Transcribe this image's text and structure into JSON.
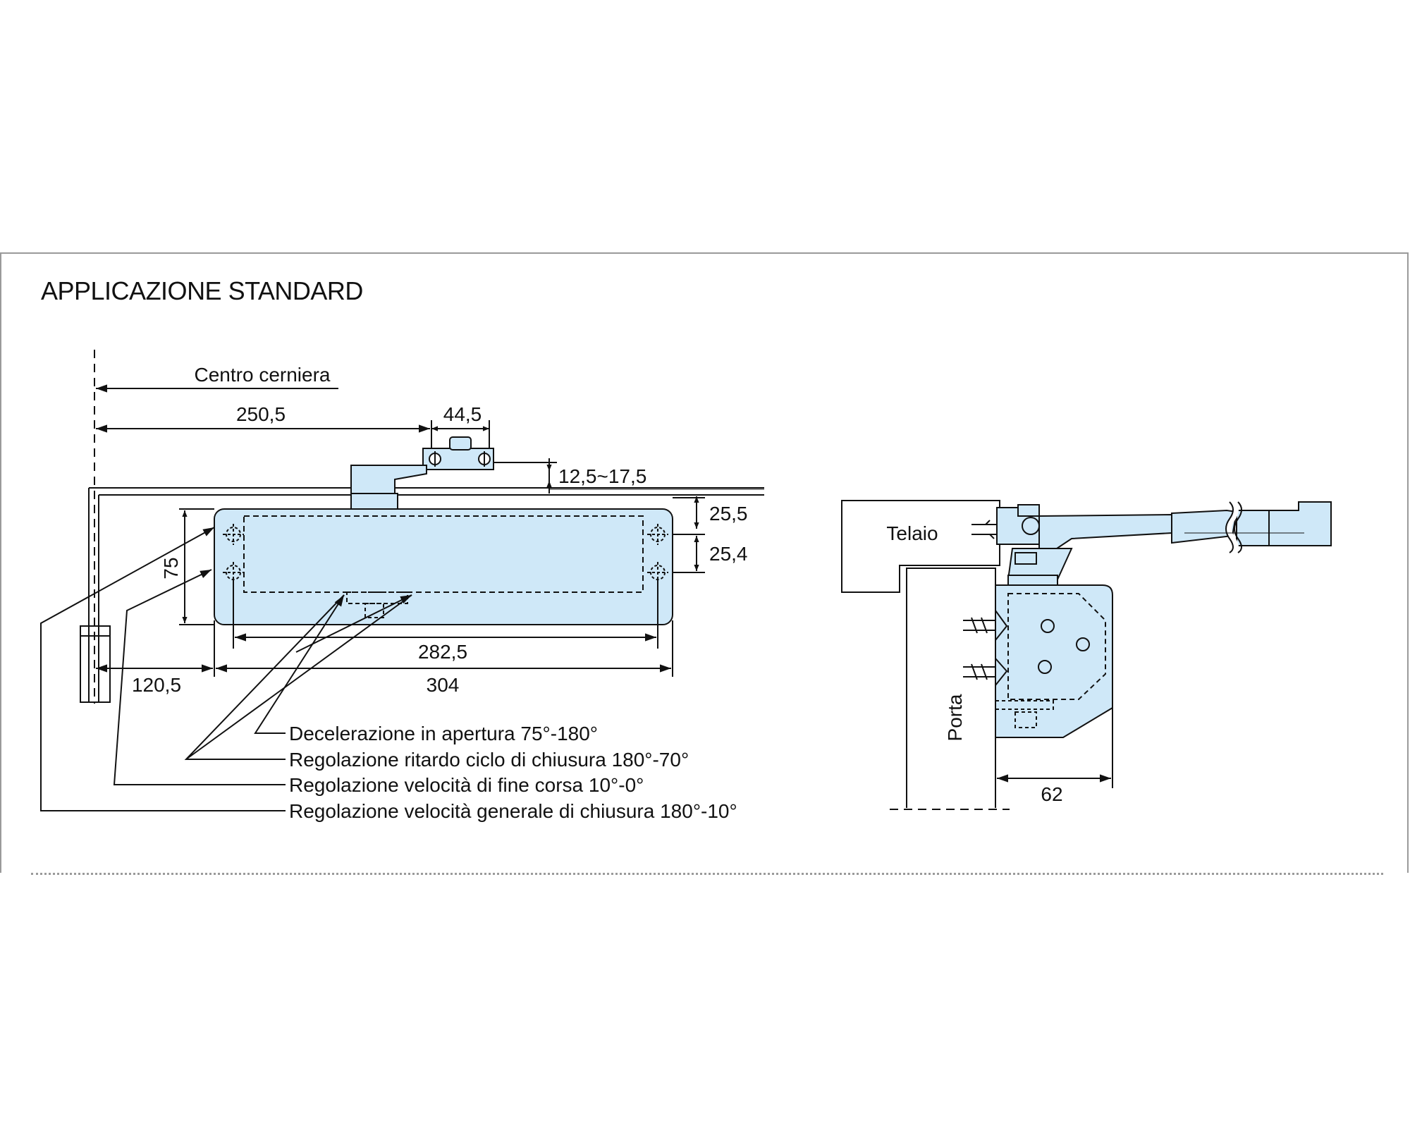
{
  "title": "APPLICAZIONE STANDARD",
  "front_view": {
    "hinge_center_label": "Centro cerniera",
    "dimensions": {
      "hinge_to_arm": "250,5",
      "arm_bracket_width": "44,5",
      "arm_height": "12,5~17,5",
      "top_offset": "25,5",
      "hole_spacing_vertical": "25,4",
      "body_height": "75",
      "hole_spacing_horizontal": "282,5",
      "hinge_to_body": "120,5",
      "body_length": "304"
    },
    "callouts": [
      "Decelerazione in apertura 75°-180°",
      "Regolazione ritardo ciclo di chiusura 180°-70°",
      "Regolazione velocità di fine corsa 10°-0°",
      "Regolazione velocità generale di chiusura 180°-10°"
    ]
  },
  "side_view": {
    "frame_label": "Telaio",
    "door_label": "Porta",
    "depth": "62"
  },
  "colors": {
    "body_fill": "#cfe8f8",
    "line": "#111111",
    "border": "#9a9a9a"
  }
}
